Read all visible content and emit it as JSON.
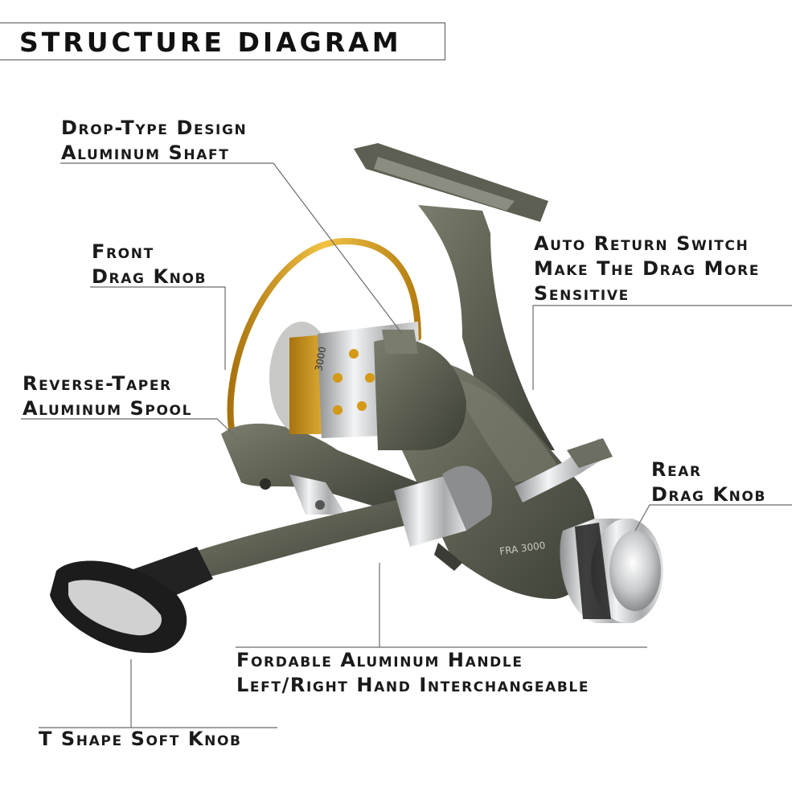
{
  "title": "Structure Diagram",
  "callouts": {
    "drop_type": {
      "line1": "Drop-Type Design",
      "line2": "Aluminum Shaft"
    },
    "front_drag": {
      "line1": "Front",
      "line2": "Drag Knob"
    },
    "reverse_taper": {
      "line1": "Reverse-Taper",
      "line2": "Aluminum Spool"
    },
    "auto_return": {
      "line1": "Auto Return Switch",
      "line2": "Make The Drag More",
      "line3": "Sensitive"
    },
    "rear_drag": {
      "line1": "Rear",
      "line2": "Drag Knob"
    },
    "handle": {
      "line1": "Fordable Aluminum Handle",
      "line2": "Left/Right Hand Interchangeable"
    },
    "t_shape": {
      "line1": "T Shape Soft Knob"
    }
  },
  "reel_markings": {
    "model_body": "FRA 3000",
    "model_spool": "3000"
  },
  "colors": {
    "gunmetal": "#5a5d4f",
    "gold": "#d9a21c",
    "chrome": "#c9cbcc",
    "black": "#1c1c1c",
    "line": "#6b6b6b"
  }
}
